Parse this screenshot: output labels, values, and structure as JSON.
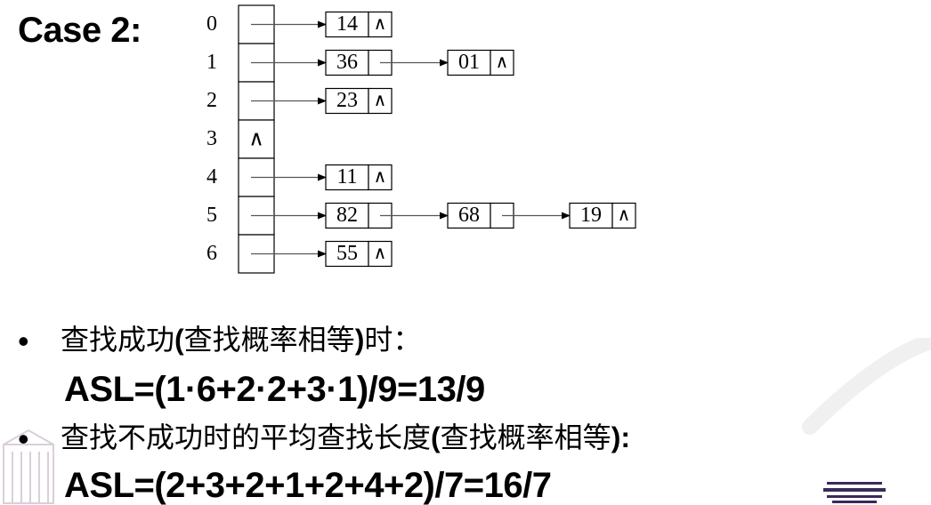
{
  "title": "Case 2:",
  "indices": [
    "0",
    "1",
    "2",
    "3",
    "4",
    "5",
    "6"
  ],
  "empty_slot_symbol": "∧",
  "null_symbol": "∧",
  "chains": [
    {
      "index": "0",
      "nodes": [
        "14"
      ]
    },
    {
      "index": "1",
      "nodes": [
        "36",
        "01"
      ]
    },
    {
      "index": "2",
      "nodes": [
        "23"
      ]
    },
    {
      "index": "3",
      "nodes": []
    },
    {
      "index": "4",
      "nodes": [
        "11"
      ]
    },
    {
      "index": "5",
      "nodes": [
        "82",
        "68",
        "19"
      ]
    },
    {
      "index": "6",
      "nodes": [
        "55"
      ]
    }
  ],
  "bullets": [
    {
      "prefix": "查找成功",
      "bold_open": "(",
      "middle": "查找概率相等",
      "bold_close": ")",
      "suffix": "时：",
      "formula": "ASL=(1·6+2·2+3·1)/9=13/9"
    },
    {
      "prefix": "查找不成功时的平均查找长度",
      "bold_open": "(",
      "middle": "查找概率相等",
      "bold_close": "):",
      "suffix": "",
      "formula": "ASL=(2+3+2+1+2+4+2)/7=16/7"
    }
  ]
}
